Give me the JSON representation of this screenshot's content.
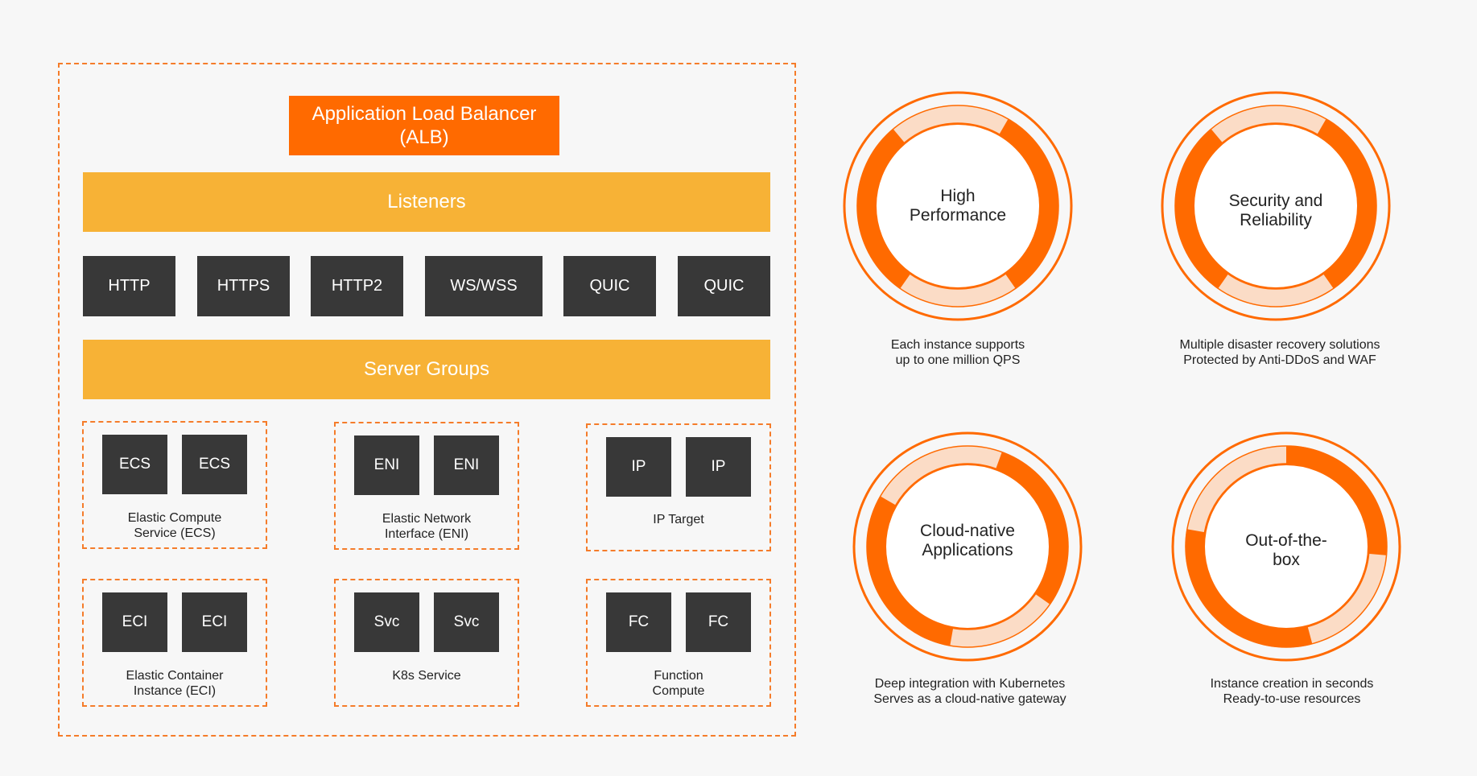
{
  "architecture": {
    "alb_title": "Application Load Balancer\n(ALB)",
    "listeners_label": "Listeners",
    "protocols": [
      "HTTP",
      "HTTPS",
      "HTTP2",
      "WS/WSS",
      "QUIC",
      "QUIC"
    ],
    "server_groups_label": "Server Groups",
    "groups": [
      {
        "tiles": [
          "ECS",
          "ECS"
        ],
        "label": "Elastic Compute\nService (ECS)"
      },
      {
        "tiles": [
          "ENI",
          "ENI"
        ],
        "label": "Elastic Network\nInterface (ENI)"
      },
      {
        "tiles": [
          "IP",
          "IP"
        ],
        "label": "IP Target"
      },
      {
        "tiles": [
          "ECI",
          "ECI"
        ],
        "label": "Elastic Container\nInstance (ECI)"
      },
      {
        "tiles": [
          "Svc",
          "Svc"
        ],
        "label": "K8s Service"
      },
      {
        "tiles": [
          "FC",
          "FC"
        ],
        "label": "Function\nCompute"
      }
    ]
  },
  "features": [
    {
      "title": "High\nPerformance",
      "description": "Each instance supports\nup to one million QPS"
    },
    {
      "title": "Security and\nReliability",
      "description": "Multiple disaster recovery solutions\nProtected by Anti-DDoS and WAF"
    },
    {
      "title": "Cloud-native\nApplications",
      "description": "Deep integration with Kubernetes\nServes as a cloud-native gateway"
    },
    {
      "title": "Out-of-the-\nbox",
      "description": "Instance creation in seconds\nReady-to-use resources"
    }
  ],
  "colors": {
    "accent": "#ff6a00",
    "band": "#f7b236",
    "tile": "#383838",
    "ring_light": "#fbdcc6"
  }
}
